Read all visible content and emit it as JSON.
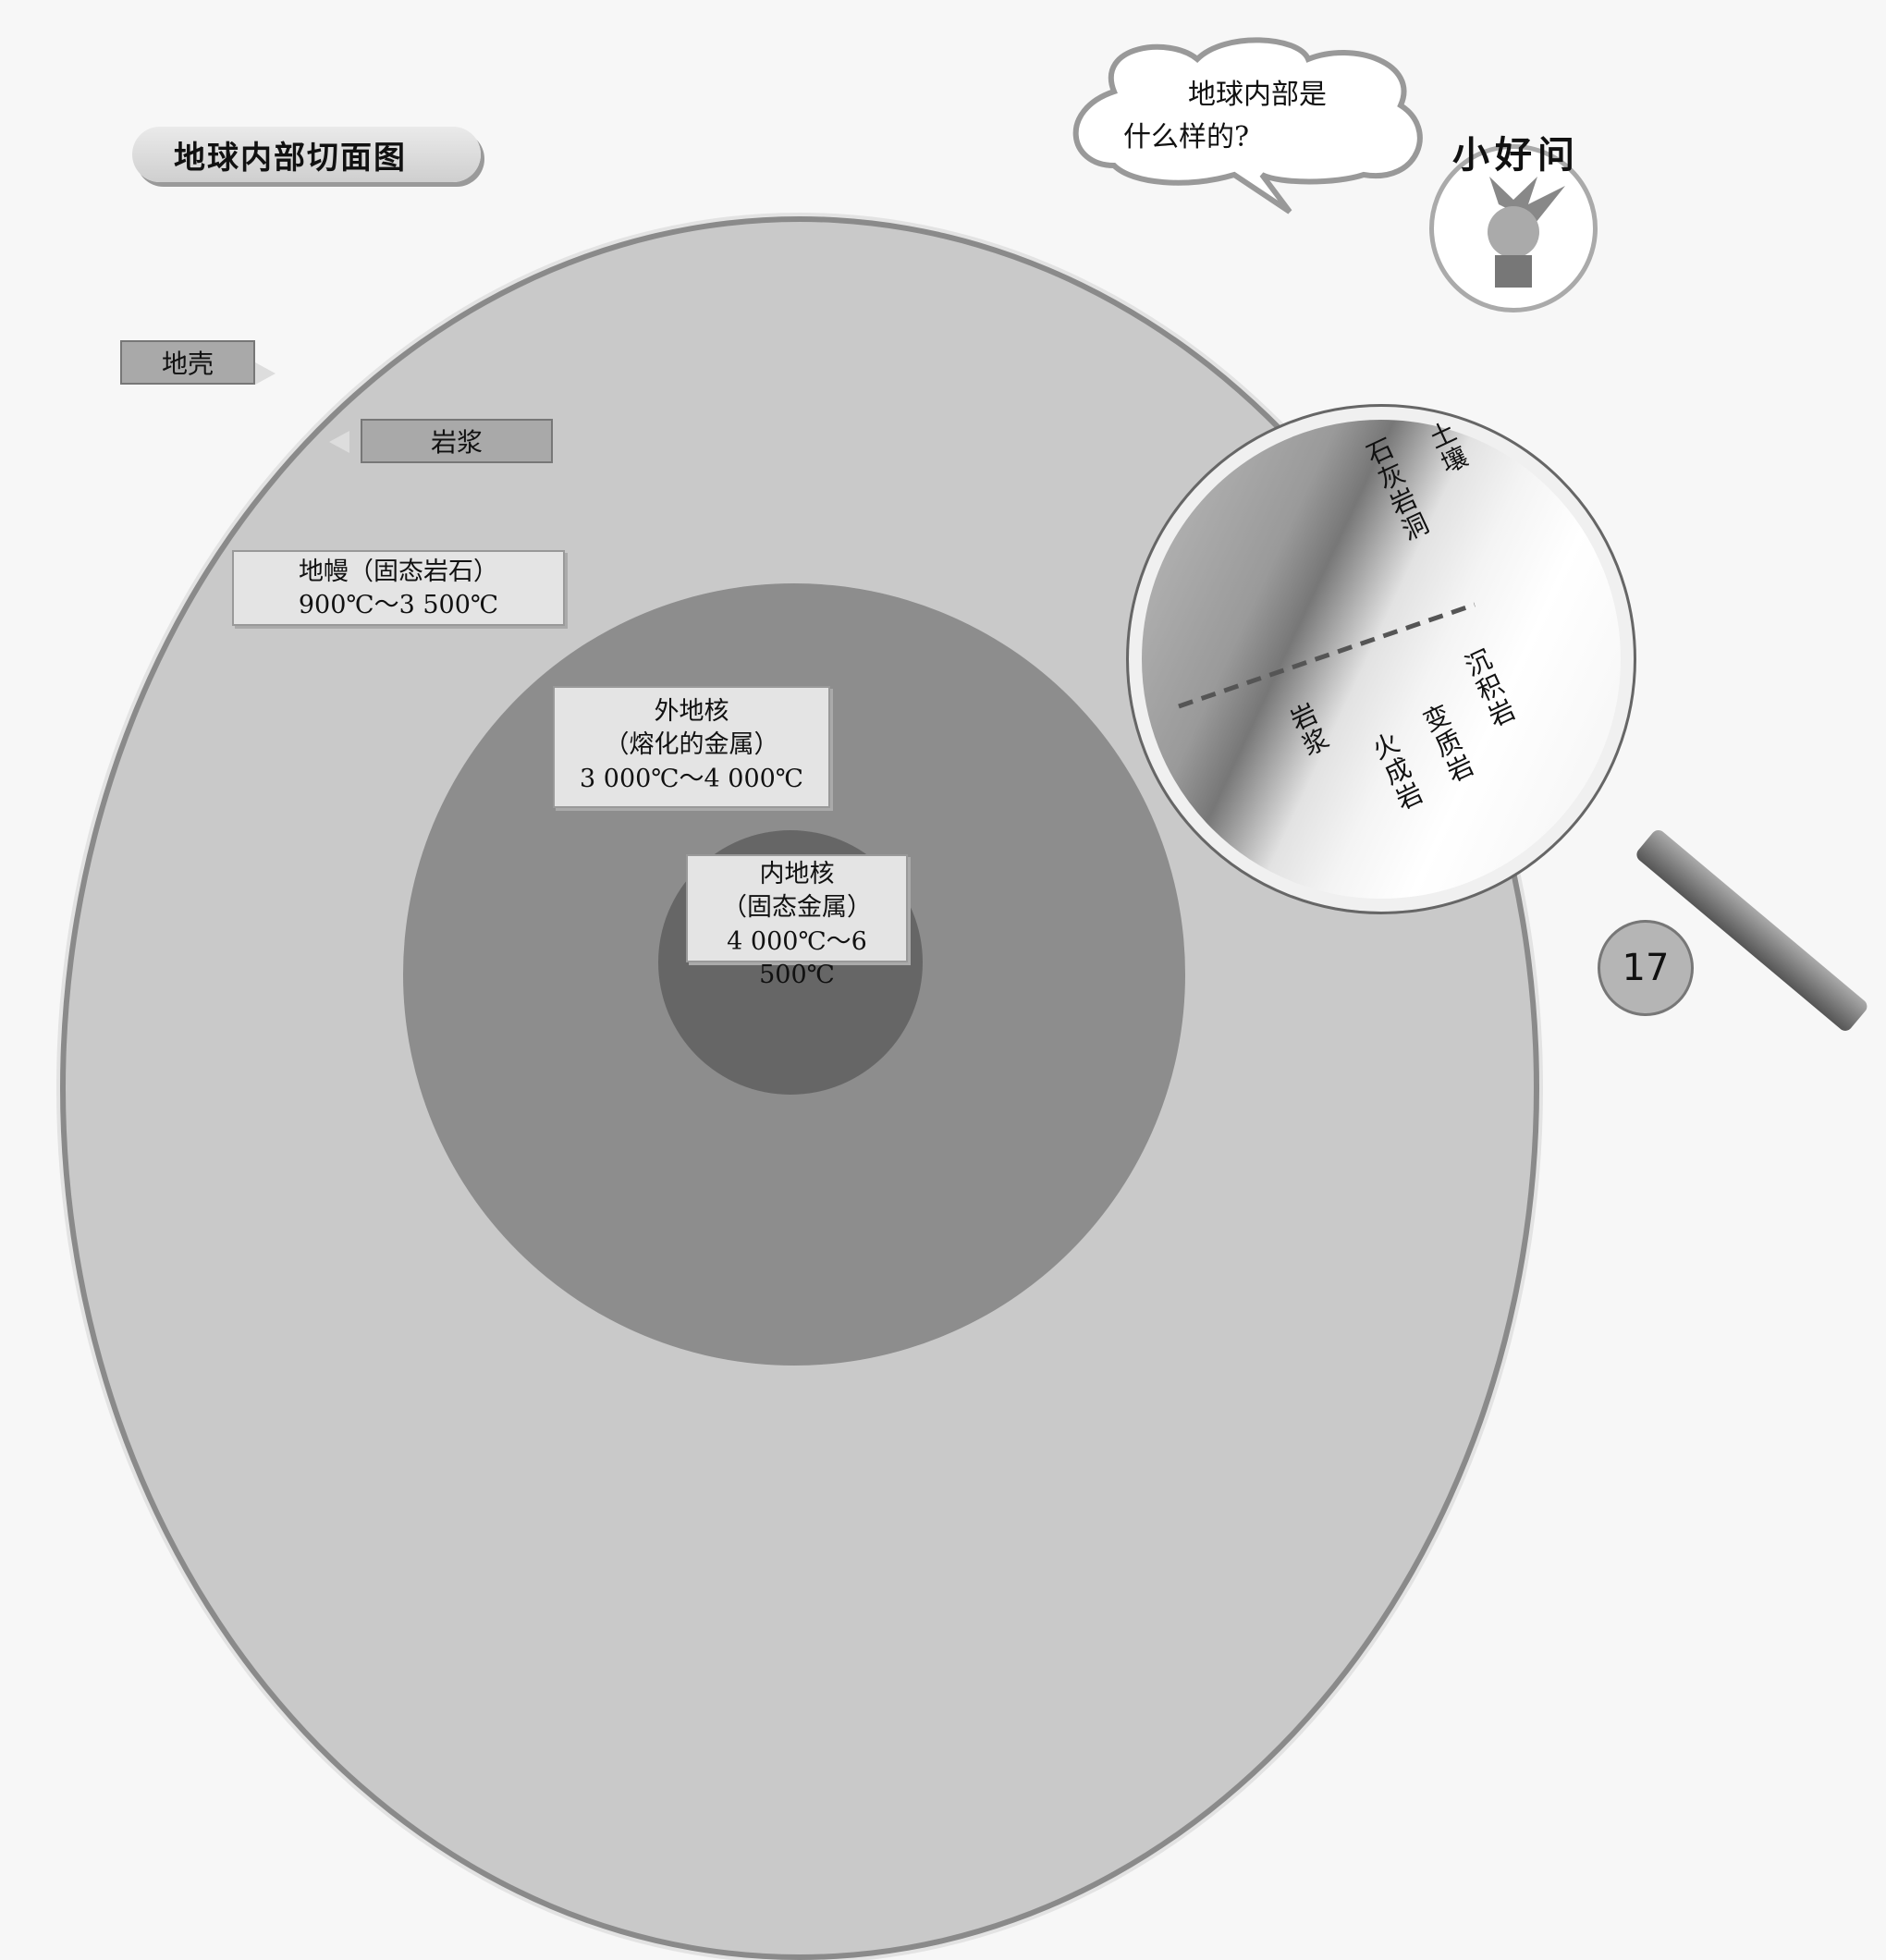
{
  "title": "地球内部切面图",
  "speech_bubble": {
    "line1": "地球内部是",
    "line2": "什么样的?"
  },
  "mascot": {
    "title": "小好问"
  },
  "layers": {
    "crust": "地壳",
    "magma": "岩浆",
    "mantle": {
      "name": "地幔（固态岩石）",
      "temp": "900℃～3 500℃"
    },
    "outer_core": {
      "name": "外地核",
      "desc": "（熔化的金属）",
      "temp": "3 000℃～4 000℃"
    },
    "inner_core": {
      "name": "内地核",
      "desc": "（固态金属）",
      "temp": "4 000℃～6 500℃"
    }
  },
  "magnifier": {
    "soil": "土壤",
    "limestone_cave": "石灰岩洞",
    "sedimentary": "沉积岩",
    "metamorphic": "变质岩",
    "igneous": "火成岩",
    "magma": "岩浆"
  },
  "page_number": "17"
}
